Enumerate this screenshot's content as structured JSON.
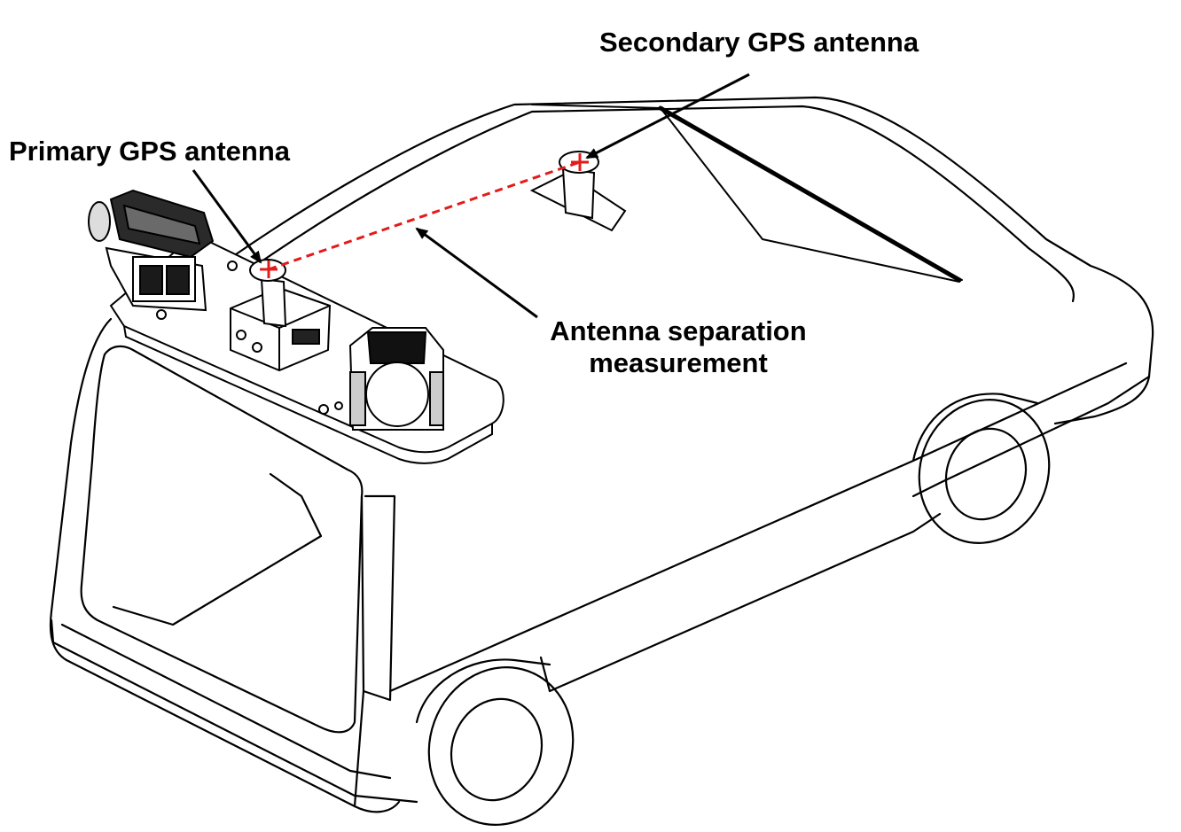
{
  "labels": {
    "secondary_gps": "Secondary GPS antenna",
    "primary_gps": "Primary GPS antenna",
    "separation_line1": "Antenna separation",
    "separation_line2": "measurement"
  },
  "colors": {
    "outline": "#000000",
    "separation_line": "#e31b1b",
    "antenna_cross": "#e31b1b",
    "background": "#ffffff"
  },
  "icons": {
    "vehicle": "van-line-drawing",
    "antenna": "gps-antenna-dome"
  }
}
